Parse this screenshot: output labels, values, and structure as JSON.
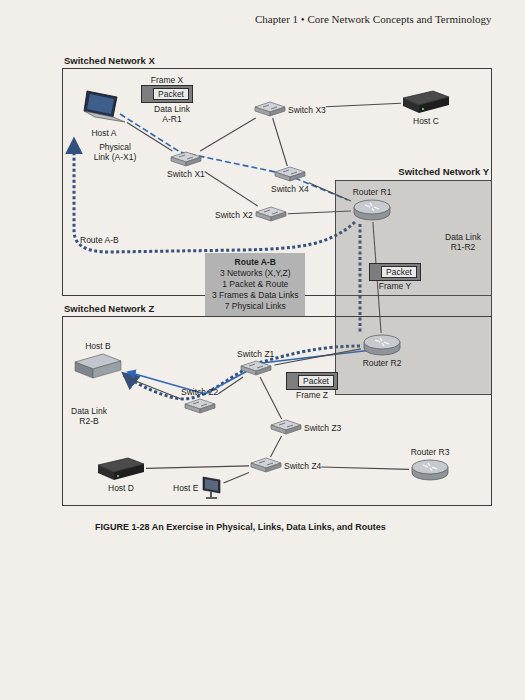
{
  "diagram": {
    "caption": "FIGURE 1-28 An Exercise in Physical, Links, Data Links, and Routes",
    "nodes": [
      {
        "text": [
          "Switched Network X"
        ]
      },
      {
        "text": [
          "Frame X"
        ],
        "in": 0
      },
      {
        "text": [
          "Packet"
        ],
        "in": 1
      },
      {
        "text": [
          "Switch X3"
        ],
        "in": 0
      },
      {
        "text": [
          "Host A"
        ],
        "in": 0
      },
      {
        "text": [
          "Host C"
        ],
        "in": 0
      },
      {
        "text": [
          "Switch X1"
        ],
        "in": 0
      },
      {
        "text": [
          "Switch X4"
        ],
        "in": 0
      },
      {
        "text": [
          "Switch X2"
        ],
        "in": 0
      },
      {
        "text": [
          "Switched Network Y"
        ]
      },
      {
        "text": [
          "Router R1"
        ],
        "in": 9
      },
      {
        "text": [
          "Frame Y"
        ],
        "in": 9
      },
      {
        "text": [
          "Packet"
        ],
        "in": 11
      },
      {
        "text": [
          "Route A-B",
          "3 Networks (X,Y,Z)",
          "1 Packet & Route",
          "3 Frames & Data Links",
          "7 Physical Links"
        ]
      },
      {
        "text": [
          "Switched Network Z"
        ]
      },
      {
        "text": [
          "Host B"
        ],
        "in": 14
      },
      {
        "text": [
          "Switch Z1"
        ],
        "in": 14
      },
      {
        "text": [
          "Router R2"
        ],
        "in": 9
      },
      {
        "text": [
          "Frame Z"
        ],
        "in": 14
      },
      {
        "text": [
          "Packet"
        ],
        "in": 18
      },
      {
        "text": [
          "Switch Z2"
        ],
        "in": 14
      },
      {
        "text": [
          "Switch Z3"
        ],
        "in": 14
      },
      {
        "text": [
          "Router R3"
        ],
        "in": 14
      },
      {
        "text": [
          "Host D"
        ],
        "in": 14
      },
      {
        "text": [
          "Switch Z4"
        ],
        "in": 14
      },
      {
        "text": [
          "Host E"
        ],
        "in": 14
      }
    ],
    "edges": [
      {
        "from": 4,
        "to": 6,
        "arrow": "none"
      },
      {
        "from": 6,
        "to": 3,
        "arrow": "none"
      },
      {
        "from": 3,
        "to": 5,
        "arrow": "none"
      },
      {
        "from": 3,
        "to": 7,
        "arrow": "none"
      },
      {
        "from": 6,
        "to": 8,
        "arrow": "none"
      },
      {
        "from": 7,
        "to": 10,
        "arrow": "none"
      },
      {
        "from": 8,
        "to": 10,
        "arrow": "none"
      },
      {
        "from": 10,
        "to": 17,
        "arrow": "none"
      },
      {
        "from": 17,
        "to": 16,
        "arrow": "none"
      },
      {
        "from": 16,
        "to": 20,
        "arrow": "none"
      },
      {
        "from": 20,
        "to": 15,
        "arrow": "none"
      },
      {
        "from": 16,
        "to": 21,
        "arrow": "none"
      },
      {
        "from": 21,
        "to": 24,
        "arrow": "none"
      },
      {
        "from": 24,
        "to": 22,
        "arrow": "none"
      },
      {
        "from": 24,
        "to": 23,
        "arrow": "none"
      },
      {
        "from": 24,
        "to": 25,
        "arrow": "none"
      }
    ],
    "labels": [
      "Chapter 1 • Core Network Concepts and Terminology",
      "Data Link A-R1",
      "Physical Link (A-X1)",
      "Route A-B",
      "Data Link R1-R2",
      "Data Link R2-B"
    ]
  }
}
